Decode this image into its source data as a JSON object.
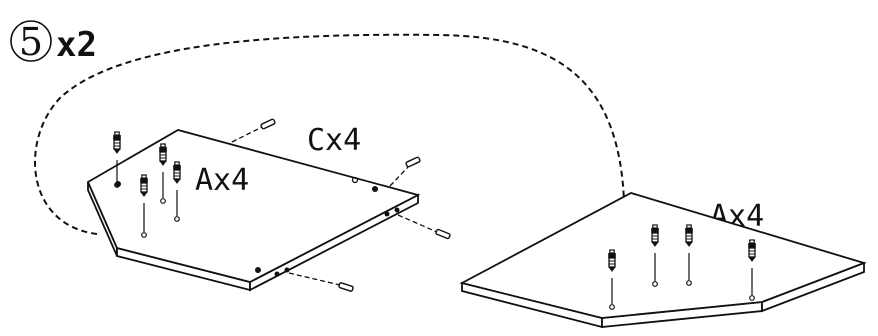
{
  "step": {
    "number": "5",
    "multiplier": "x2"
  },
  "labels": {
    "screw_a_left": "Ax4",
    "screw_c": "Cx4",
    "screw_a_right": "Ax4"
  },
  "colors": {
    "line": "#111111",
    "background": "#ffffff"
  }
}
